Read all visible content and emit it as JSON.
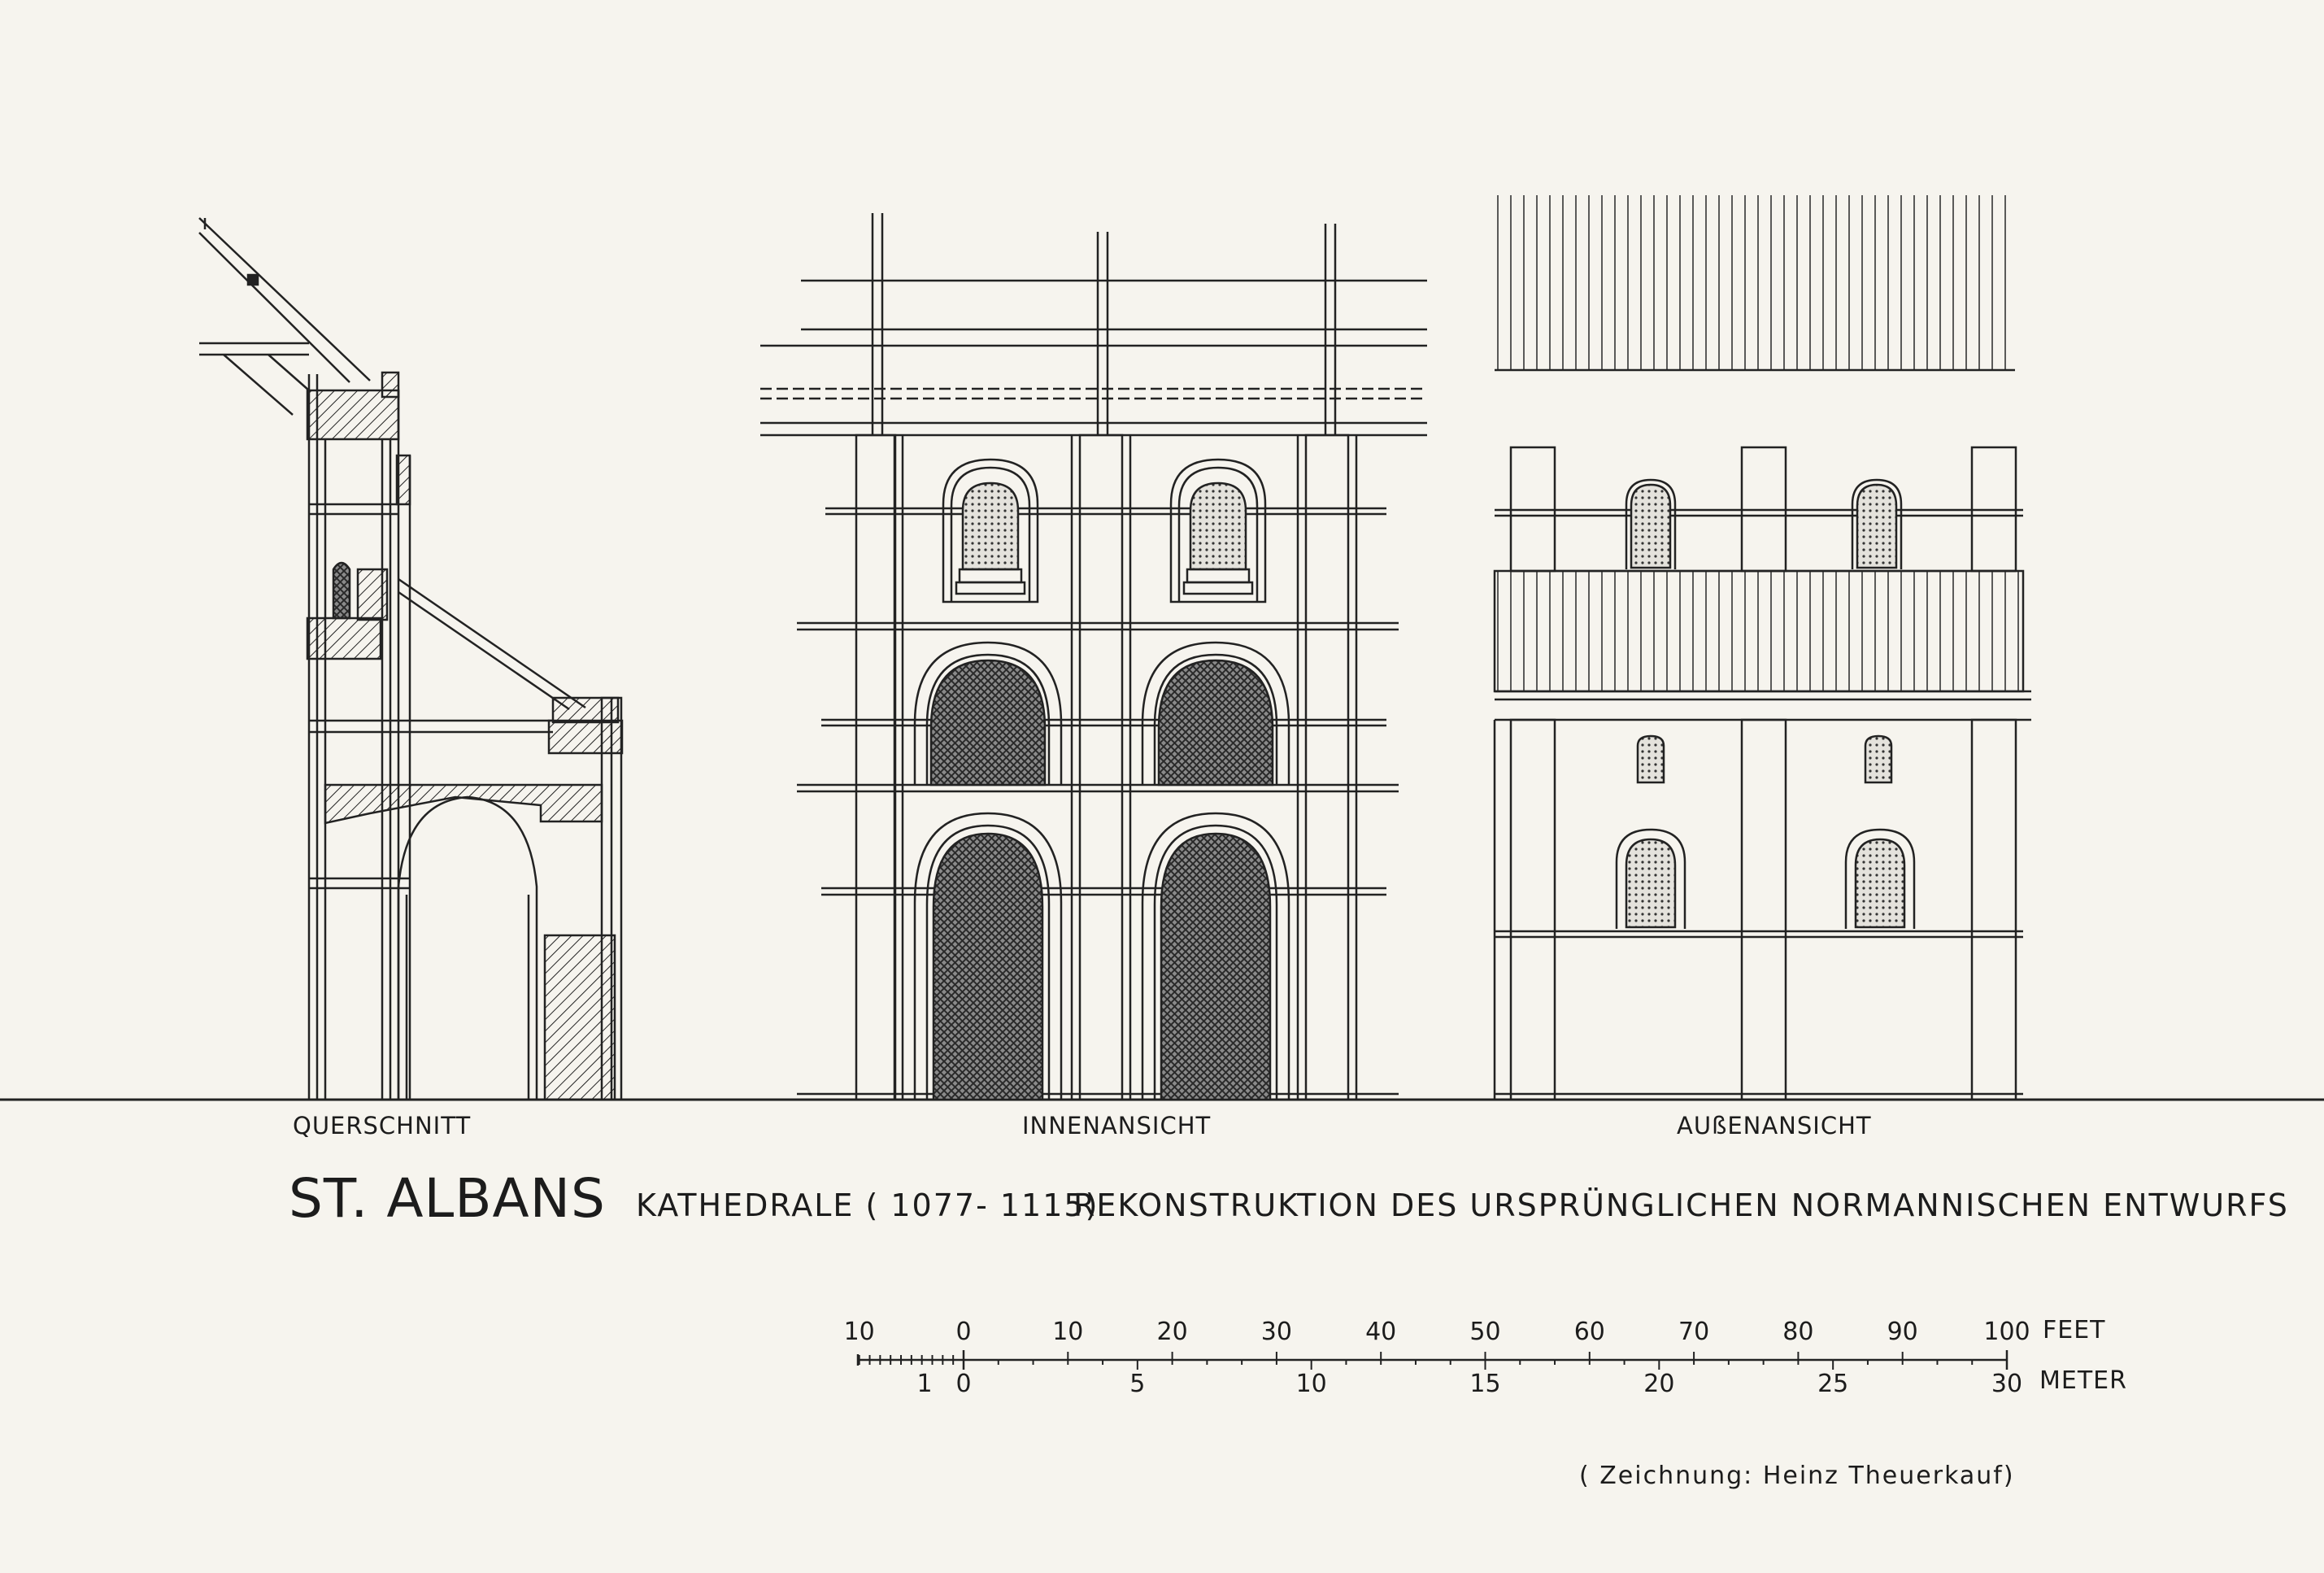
{
  "views": {
    "cross_section": "QUERSCHNITT",
    "interior": "INNENANSICHT",
    "exterior": "AUßENANSICHT"
  },
  "title": {
    "main": "ST. ALBANS",
    "sub": "KATHEDRALE ( 1077- 1115)",
    "desc": "REKONSTRUKTION DES URSPRÜNGLICHEN NORMANNISCHEN ENTWURFS"
  },
  "scale": {
    "feet_unit": "FEET",
    "meter_unit": "METER",
    "feet_labels": [
      "10",
      "0",
      "10",
      "20",
      "30",
      "40",
      "50",
      "60",
      "70",
      "80",
      "90",
      "100"
    ],
    "meter_labels": [
      "1",
      "0",
      "5",
      "10",
      "15",
      "20",
      "25",
      "30"
    ]
  },
  "credit": "( Zeichnung: Heinz Theuerkauf)",
  "colors": {
    "paper": "#f6f4ee",
    "ink": "#1c1c1c"
  }
}
